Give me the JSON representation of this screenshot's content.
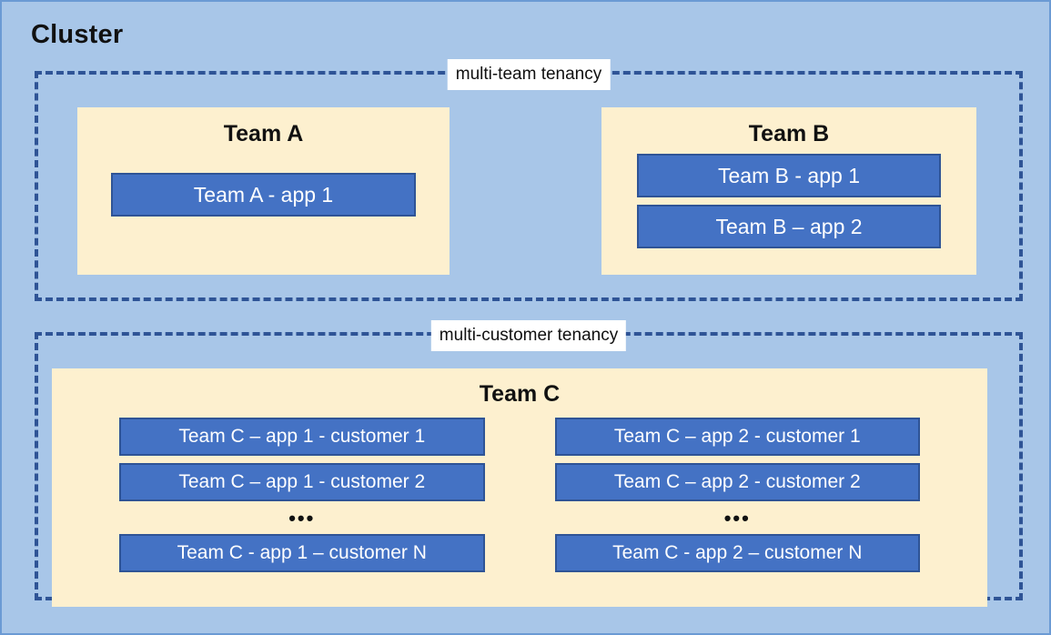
{
  "canvas": {
    "title": "Cluster",
    "background_color": "#a8c6e8",
    "border_color": "#6b9ad4"
  },
  "colors": {
    "cluster_bg": "#a8c6e8",
    "tenancy_dash": "#2f5496",
    "team_bg": "#fdf0cf",
    "app_fill": "#4472c4",
    "app_border": "#2f5496",
    "app_text": "#ffffff",
    "title_text": "#111111",
    "label_bg": "#ffffff"
  },
  "tenancies": [
    {
      "id": "multi-team",
      "label": "multi-team tenancy",
      "teams": [
        {
          "id": "team-a",
          "title": "Team A",
          "apps": [
            {
              "label": "Team A - app 1"
            }
          ]
        },
        {
          "id": "team-b",
          "title": "Team B",
          "apps": [
            {
              "label": "Team B - app 1"
            },
            {
              "label": "Team B – app 2"
            }
          ]
        }
      ]
    },
    {
      "id": "multi-customer",
      "label": "multi-customer tenancy",
      "teams": [
        {
          "id": "team-c",
          "title": "Team C",
          "columns": [
            {
              "id": "team-c-app-1",
              "apps": [
                {
                  "label": "Team C – app 1 - customer 1"
                },
                {
                  "label": "Team C – app 1 - customer 2"
                }
              ],
              "ellipsis": "•••",
              "last_app": {
                "label": "Team C - app 1 – customer N"
              }
            },
            {
              "id": "team-c-app-2",
              "apps": [
                {
                  "label": "Team C – app 2 - customer 1"
                },
                {
                  "label": "Team C – app 2 - customer 2"
                }
              ],
              "ellipsis": "•••",
              "last_app": {
                "label": "Team C - app 2 – customer N"
              }
            }
          ]
        }
      ]
    }
  ]
}
